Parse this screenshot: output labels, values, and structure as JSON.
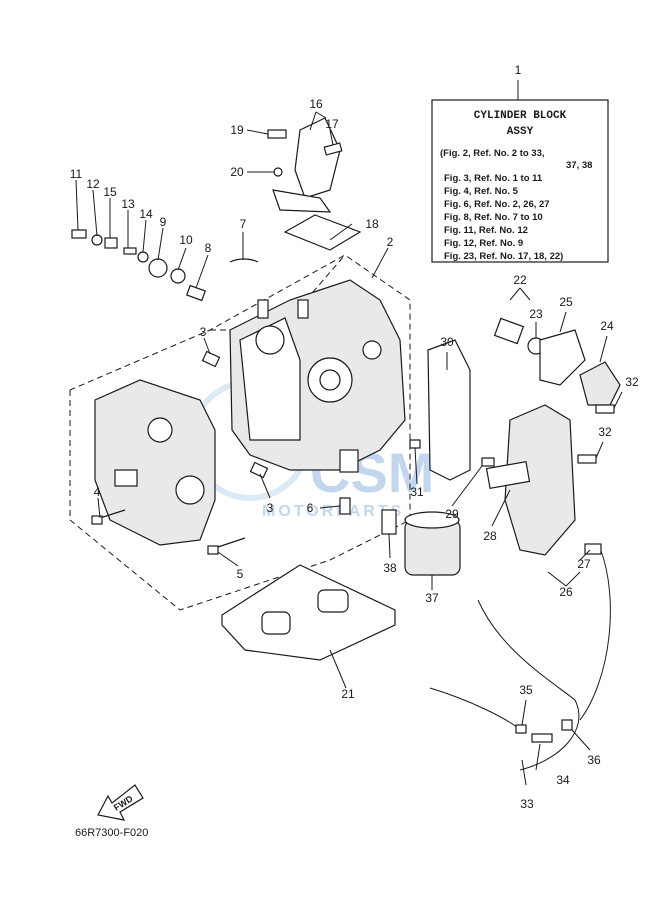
{
  "title_box": {
    "ref": "1",
    "title_line1": "CYLINDER BLOCK",
    "title_line2": "ASSY",
    "lines": [
      "(Fig. 2, Ref. No. 2 to 33,",
      "37, 38",
      "Fig. 3, Ref. No. 1 to 11",
      "Fig. 4, Ref. No. 5",
      "Fig. 6, Ref. No. 2, 26, 27",
      "Fig. 8, Ref. No. 7 to 10",
      "Fig. 11, Ref. No. 12",
      "Fig. 12, Ref. No. 9",
      "Fig. 23, Ref. No. 17, 18, 22)"
    ]
  },
  "callouts": [
    "2",
    "3",
    "3",
    "4",
    "5",
    "6",
    "7",
    "8",
    "9",
    "10",
    "11",
    "12",
    "13",
    "14",
    "15",
    "16",
    "17",
    "18",
    "19",
    "20",
    "21",
    "22",
    "23",
    "24",
    "25",
    "26",
    "27",
    "28",
    "29",
    "30",
    "31",
    "32",
    "32",
    "33",
    "34",
    "35",
    "36",
    "37",
    "38"
  ],
  "fwd_label": "FWD",
  "diagram_code": "66R7300-F020",
  "watermark": {
    "brand": "CSM",
    "sub": "MOTORPARTS"
  }
}
